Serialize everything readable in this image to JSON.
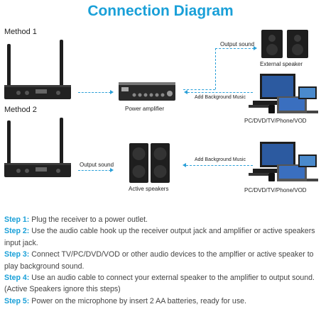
{
  "title": "Connection Diagram",
  "method1": {
    "label": "Method 1",
    "output_sound_label": "Output sound",
    "external_speaker_label": "External speaker",
    "amplifier_label": "Power amplifier",
    "background_music_label": "Add Background Music",
    "sources_label": "PC/DVD/TV/Phone/VOD"
  },
  "method2": {
    "label": "Method 2",
    "output_sound_label": "Output sound",
    "active_speakers_label": "Active speakers",
    "background_music_label": "Add Background Music",
    "sources_label": "PC/DVD/TV/Phone/VOD"
  },
  "steps": [
    {
      "key": "Step 1:",
      "text": " Plug the receiver to a power outlet."
    },
    {
      "key": "Step 2:",
      "text": " Use the audio cable hook up the receiver output jack and amplifier or active speakers input jack."
    },
    {
      "key": "Step 3:",
      "text": "  Connect TV/PC/DVD/VOD or other audio devices to the amplfier or active speaker to play background sound."
    },
    {
      "key": "Step 4:",
      "text": " Use an audio cable to connect your external speaker to the amplifier to output sound. (Active Speakers ignore this steps)"
    },
    {
      "key": "Step 5:",
      "text": " Power on the microphone by insert 2 AA batteries, ready for use."
    }
  ],
  "colors": {
    "accent": "#1aa0d8",
    "device": "#1e1e1e"
  }
}
